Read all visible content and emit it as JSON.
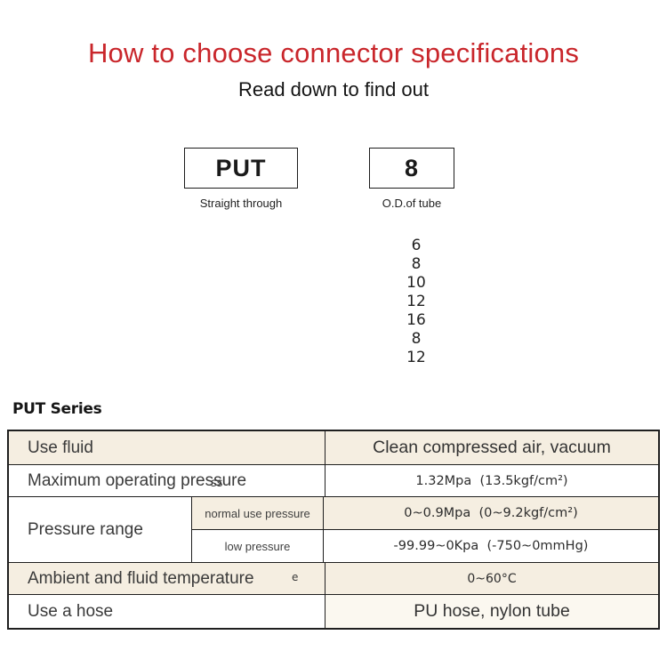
{
  "header": {
    "title": "How to choose connector specifications",
    "subtitle": "Read down to find out"
  },
  "model_code": {
    "boxes": [
      {
        "code": "PUT",
        "caption": "Straight through"
      },
      {
        "code": "8",
        "caption": "O.D.of tube"
      }
    ],
    "tube_od_options": [
      "6",
      "8",
      "10",
      "12",
      "16",
      "8",
      "12"
    ]
  },
  "series_heading": "PUT Series",
  "spec_table": {
    "rows": {
      "use_fluid": {
        "label": "Use fluid",
        "value": "Clean compressed air, vacuum"
      },
      "max_pressure": {
        "label": "Maximum operating pressure",
        "value": "1.32Mpa  (13.5kgf/cm²)",
        "overlap_artifact": "ss"
      },
      "pressure_range": {
        "label": "Pressure range",
        "normal": {
          "label": "normal use pressure",
          "value": "0~0.9Mpa  (0~9.2kgf/cm²)"
        },
        "low": {
          "label": "low pressure",
          "value": "-99.99~0Kpa  (-750~0mmHg)"
        }
      },
      "temperature": {
        "label": "Ambient and fluid temperature",
        "value": "0~60°C",
        "overlap_artifact": "e"
      },
      "hose": {
        "label": "Use a hose",
        "value": "PU hose, nylon tube"
      }
    }
  },
  "colors": {
    "accent_red": "#c9262b",
    "row_highlight": "#f5eee1",
    "table_border": "#1f1f1f"
  }
}
